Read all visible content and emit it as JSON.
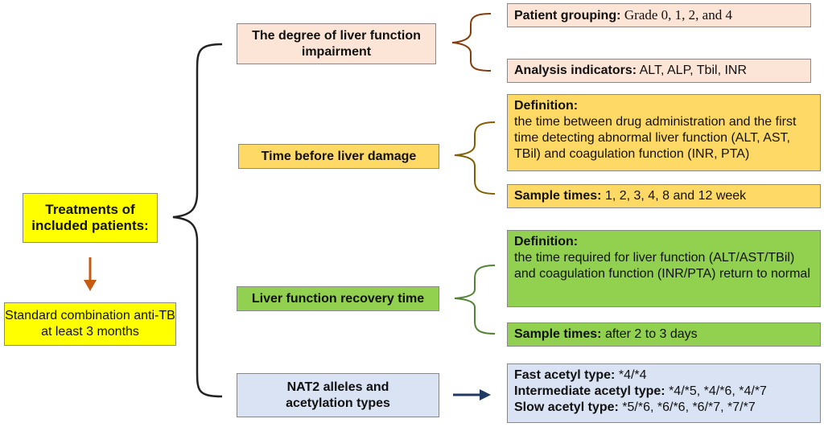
{
  "root": {
    "title": "Treatments of included patients:",
    "subtitle": "Standard combination anti-TB at least 3 months"
  },
  "degree": {
    "title": "The degree of liver function impairment",
    "grouping_label": "Patient grouping:",
    "grouping_value": "Grade 0, 1, 2, and 4",
    "indicators_label": "Analysis indicators:",
    "indicators_value": "ALT, ALP, Tbil, INR"
  },
  "time_before": {
    "title": "Time before liver damage",
    "definition_label": "Definition:",
    "definition_text": "the time between drug administration and the first time detecting abnormal liver function (ALT, AST, TBil) and coagulation function (INR, PTA)",
    "sample_label": "Sample times:",
    "sample_value": "1, 2, 3, 4, 8 and 12 week"
  },
  "recovery": {
    "title": "Liver function recovery time",
    "definition_label": "Definition:",
    "definition_text": "the time required for liver function (ALT/AST/TBil) and coagulation function (INR/PTA) return to normal",
    "sample_label": "Sample times:",
    "sample_value": "after 2 to 3 days"
  },
  "nat2": {
    "title": "NAT2 alleles and acetylation types",
    "fast_label": "Fast acetyl type:",
    "fast_value": "*4/*4",
    "intermediate_label": "Intermediate acetyl type:",
    "intermediate_value": "*4/*5, *4/*6, *4/*7",
    "slow_label": "Slow acetyl type:",
    "slow_value": "*5/*6, *6/*6, *6/*7, *7/*7"
  },
  "colors": {
    "peach": "#fce4d6",
    "orange": "#ffd966",
    "yellow": "#ffff00",
    "green": "#92d050",
    "blue": "#dae3f3",
    "arrow_orange": "#c55a11",
    "arrow_navy": "#1f3864"
  }
}
